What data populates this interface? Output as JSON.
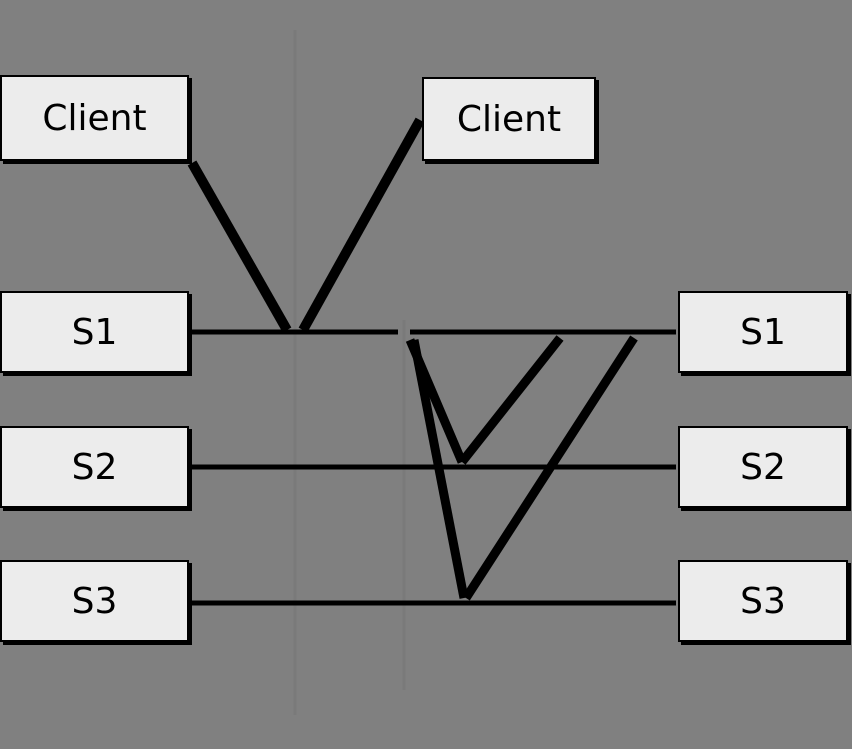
{
  "diagram": {
    "top_left_label": "",
    "top_right_label": "",
    "bottom_label": "",
    "clients": [
      {
        "label": "Client"
      },
      {
        "label": "Client"
      }
    ],
    "servers_left": [
      {
        "label": "S1"
      },
      {
        "label": "S2"
      },
      {
        "label": "S3"
      }
    ],
    "servers_right": [
      {
        "label": "S1"
      },
      {
        "label": "S2"
      },
      {
        "label": "S3"
      }
    ],
    "colors": {
      "background": "#808080",
      "box_fill": "#ececec",
      "line": "#000000"
    }
  }
}
